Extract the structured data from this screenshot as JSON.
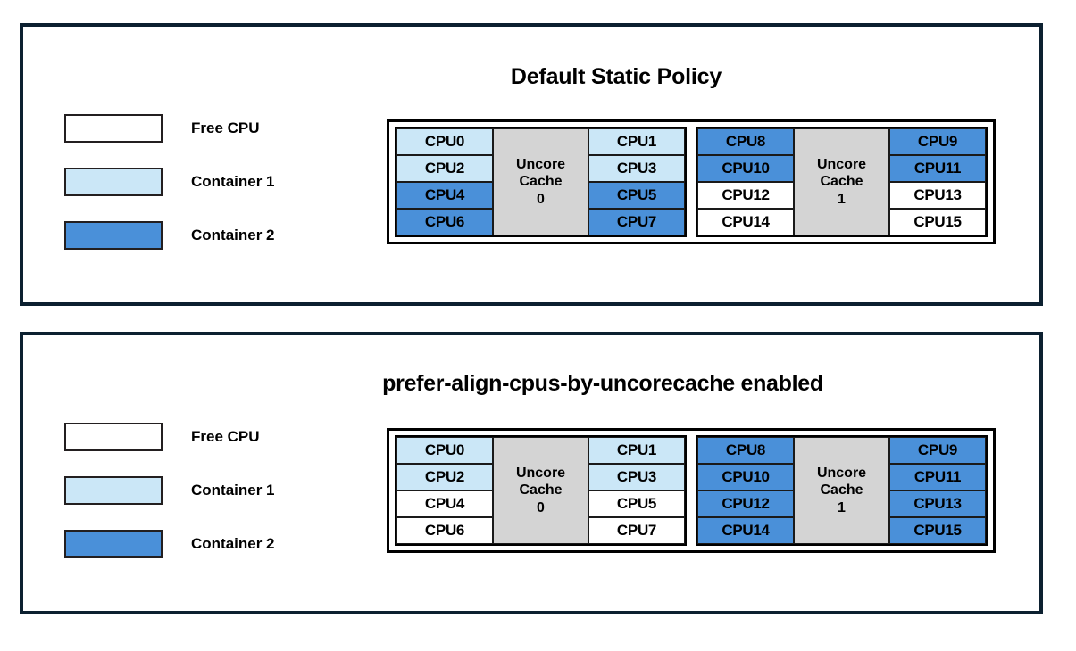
{
  "colors": {
    "free": "#ffffff",
    "container1": "#cbe7f7",
    "container2": "#4a90d9",
    "cache": "#d4d4d4",
    "panel_border": "#0c2030",
    "cell_border": "#1a1a1a",
    "text": "#000000"
  },
  "panels": [
    {
      "id": "default-static-policy",
      "title": "Default Static Policy",
      "legend": [
        {
          "label": "Free CPU",
          "fill": "free"
        },
        {
          "label": "Container 1",
          "fill": "container1"
        },
        {
          "label": "Container 2",
          "fill": "container2"
        }
      ],
      "groups": [
        {
          "cache_label_line1": "Uncore",
          "cache_label_line2": "Cache",
          "cache_index": "0",
          "left_column": [
            {
              "label": "CPU0",
              "fill": "container1"
            },
            {
              "label": "CPU2",
              "fill": "container1"
            },
            {
              "label": "CPU4",
              "fill": "container2"
            },
            {
              "label": "CPU6",
              "fill": "container2"
            }
          ],
          "right_column": [
            {
              "label": "CPU1",
              "fill": "container1"
            },
            {
              "label": "CPU3",
              "fill": "container1"
            },
            {
              "label": "CPU5",
              "fill": "container2"
            },
            {
              "label": "CPU7",
              "fill": "container2"
            }
          ]
        },
        {
          "cache_label_line1": "Uncore",
          "cache_label_line2": "Cache",
          "cache_index": "1",
          "left_column": [
            {
              "label": "CPU8",
              "fill": "container2"
            },
            {
              "label": "CPU10",
              "fill": "container2"
            },
            {
              "label": "CPU12",
              "fill": "free"
            },
            {
              "label": "CPU14",
              "fill": "free"
            }
          ],
          "right_column": [
            {
              "label": "CPU9",
              "fill": "container2"
            },
            {
              "label": "CPU11",
              "fill": "container2"
            },
            {
              "label": "CPU13",
              "fill": "free"
            },
            {
              "label": "CPU15",
              "fill": "free"
            }
          ]
        }
      ]
    },
    {
      "id": "prefer-align-cpus-by-uncorecache-enabled",
      "title": "prefer-align-cpus-by-uncorecache enabled",
      "legend": [
        {
          "label": "Free CPU",
          "fill": "free"
        },
        {
          "label": "Container 1",
          "fill": "container1"
        },
        {
          "label": "Container 2",
          "fill": "container2"
        }
      ],
      "groups": [
        {
          "cache_label_line1": "Uncore",
          "cache_label_line2": "Cache",
          "cache_index": "0",
          "left_column": [
            {
              "label": "CPU0",
              "fill": "container1"
            },
            {
              "label": "CPU2",
              "fill": "container1"
            },
            {
              "label": "CPU4",
              "fill": "free"
            },
            {
              "label": "CPU6",
              "fill": "free"
            }
          ],
          "right_column": [
            {
              "label": "CPU1",
              "fill": "container1"
            },
            {
              "label": "CPU3",
              "fill": "container1"
            },
            {
              "label": "CPU5",
              "fill": "free"
            },
            {
              "label": "CPU7",
              "fill": "free"
            }
          ]
        },
        {
          "cache_label_line1": "Uncore",
          "cache_label_line2": "Cache",
          "cache_index": "1",
          "left_column": [
            {
              "label": "CPU8",
              "fill": "container2"
            },
            {
              "label": "CPU10",
              "fill": "container2"
            },
            {
              "label": "CPU12",
              "fill": "container2"
            },
            {
              "label": "CPU14",
              "fill": "container2"
            }
          ],
          "right_column": [
            {
              "label": "CPU9",
              "fill": "container2"
            },
            {
              "label": "CPU11",
              "fill": "container2"
            },
            {
              "label": "CPU13",
              "fill": "container2"
            },
            {
              "label": "CPU15",
              "fill": "container2"
            }
          ]
        }
      ]
    }
  ]
}
